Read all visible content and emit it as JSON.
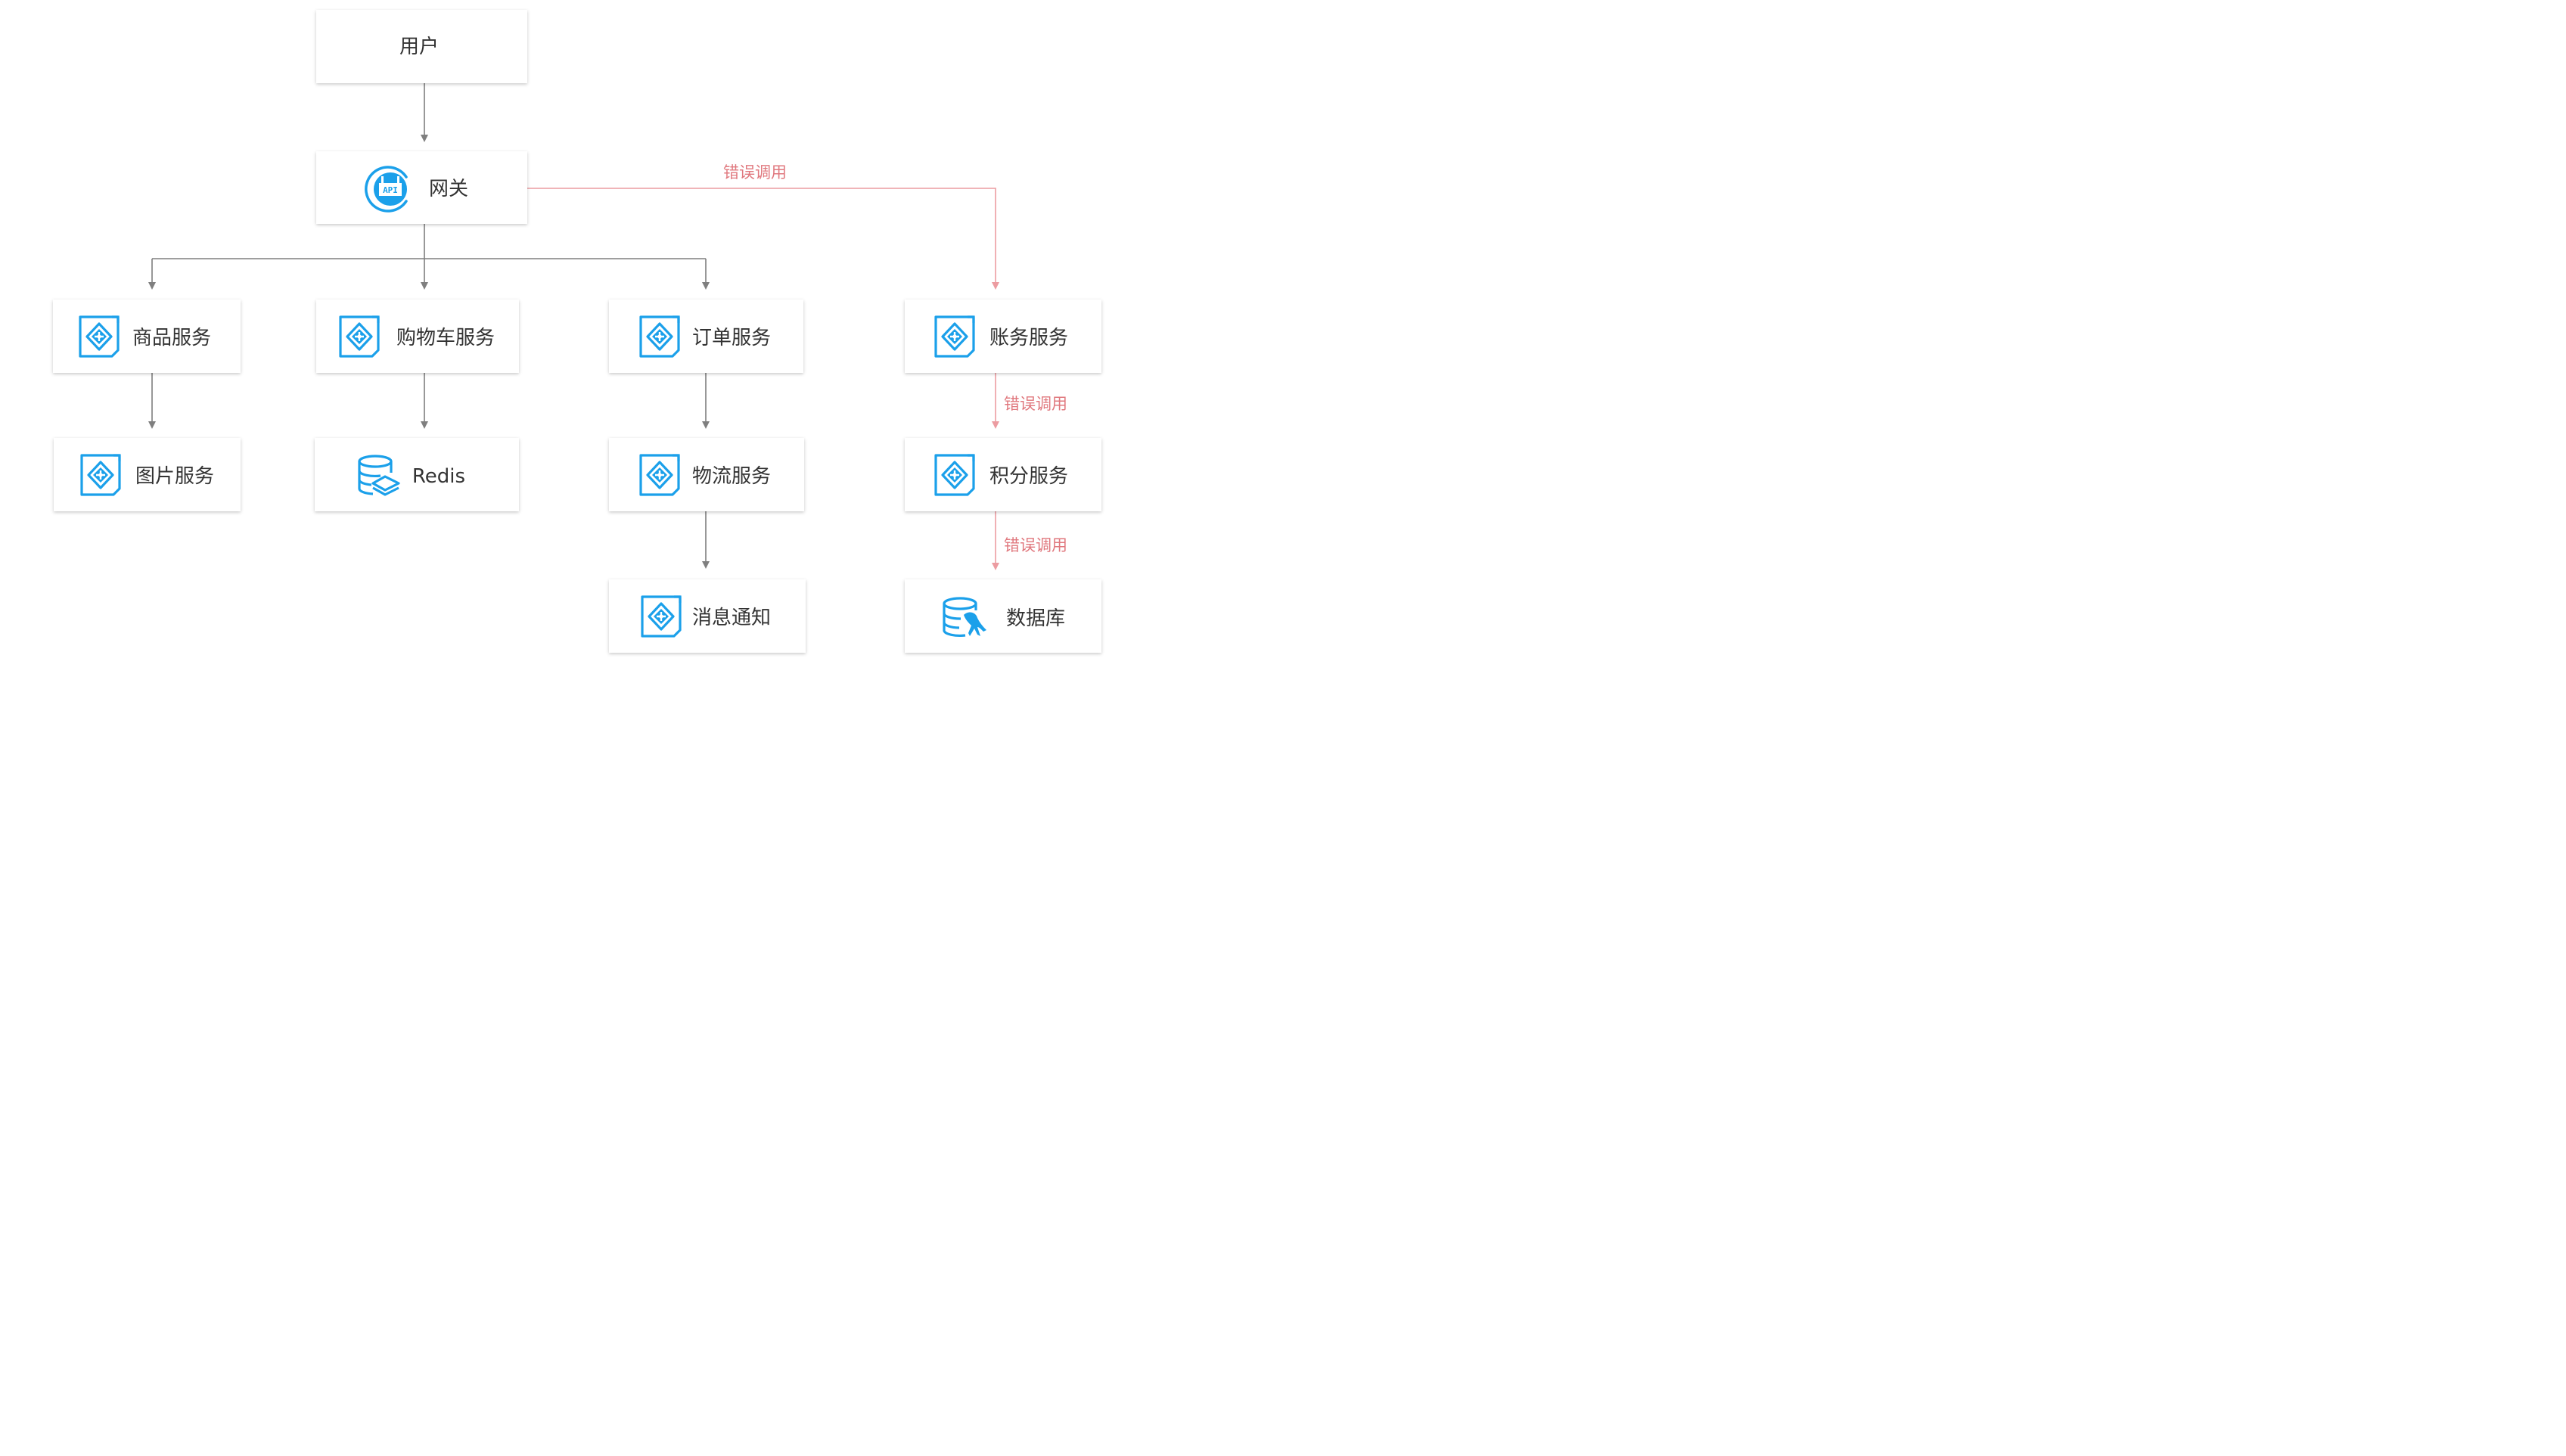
{
  "nodes": {
    "user": "用户",
    "gateway": "网关",
    "product": "商品服务",
    "cart": "购物车服务",
    "order": "订单服务",
    "account": "账务服务",
    "image": "图片服务",
    "redis": "Redis",
    "logistics": "物流服务",
    "points": "积分服务",
    "message": "消息通知",
    "database": "数据库"
  },
  "edge_labels": {
    "gateway_to_account": "错误调用",
    "account_to_points": "错误调用",
    "points_to_database": "错误调用"
  },
  "icons": {
    "gateway": "api-gateway-icon",
    "service": "microservice-icon",
    "redis": "cache-database-icon",
    "database": "mysql-database-icon"
  },
  "colors": {
    "icon": "#1ba0ea",
    "normal_edge": "#7f7f7f",
    "error_edge": "#ec9ca1",
    "error_label": "#e0787e"
  }
}
